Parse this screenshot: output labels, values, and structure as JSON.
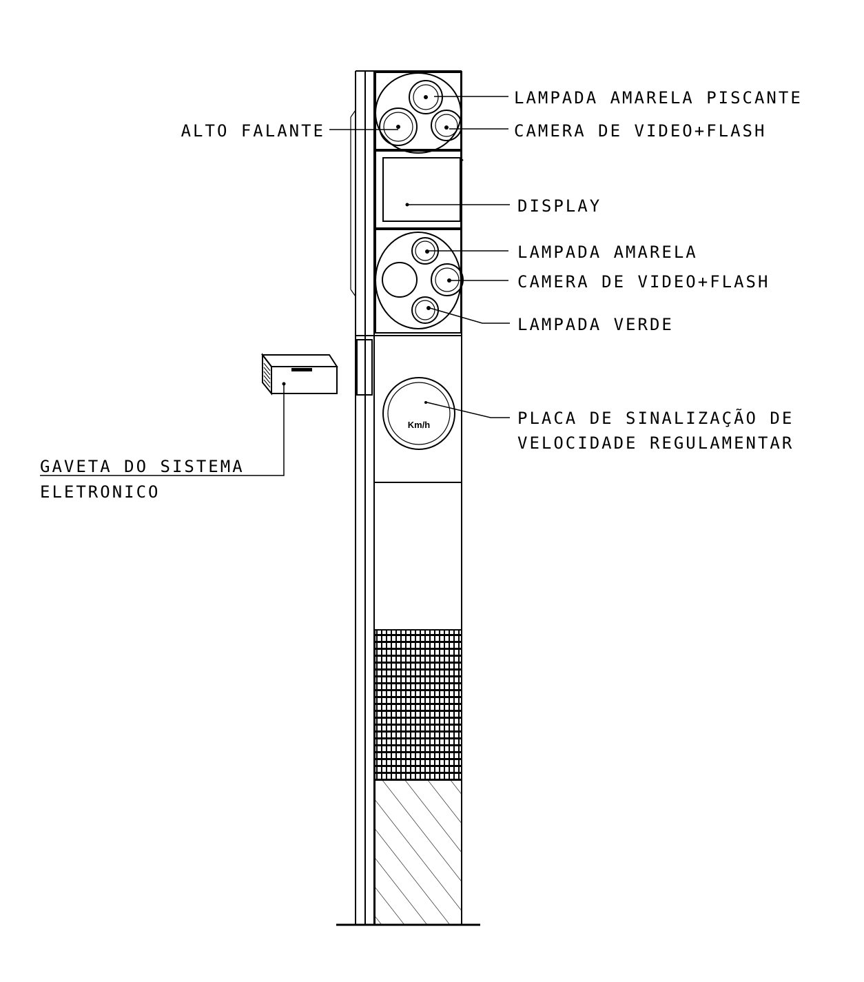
{
  "labels": {
    "lampada_amarela_piscante": "LAMPADA AMARELA PISCANTE",
    "alto_falante": "ALTO FALANTE",
    "camera_top": "CAMERA DE VIDEO+FLASH",
    "display": "DISPLAY",
    "lampada_amarela": "LAMPADA AMARELA",
    "camera_mid": "CAMERA DE VIDEO+FLASH",
    "lampada_verde": "LAMPADA VERDE",
    "placa_line1": "PLACA DE SINALIZAÇÃO DE",
    "placa_line2": "VELOCIDADE REGULAMENTAR",
    "gaveta_line1": "GAVETA DO SISTEMA",
    "gaveta_line2": "ELETRONICO"
  },
  "sign": {
    "unit": "Km/h"
  },
  "colors": {
    "ink": "#000000",
    "paper": "#ffffff"
  }
}
